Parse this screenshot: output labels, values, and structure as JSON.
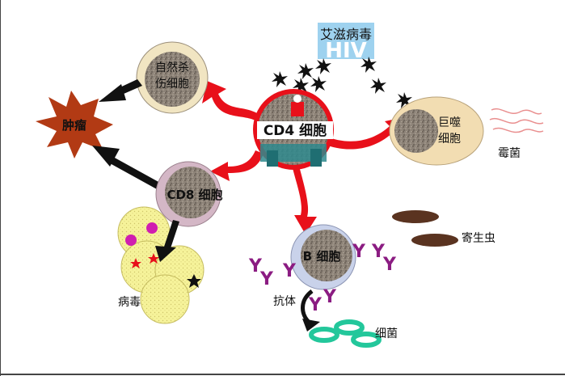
{
  "diagram": {
    "hiv_title": "艾滋病毒",
    "hiv_badge": "HIV",
    "cd4_label": "CD4 细胞",
    "nk_label_line1": "自然杀",
    "nk_label_line2": "伤细胞",
    "tumor_label": "肿瘤",
    "cd8_label": "CD8 细胞",
    "virus_label": "病毒",
    "macrophage_line1": "巨噬",
    "macrophage_line2": "细胞",
    "mold_label": "霉菌",
    "parasite_label": "寄生虫",
    "bcell_label": "B 细胞",
    "antibody_label": "抗体",
    "bacteria_label": "细菌",
    "antibody_glyph": "Y"
  },
  "colors": {
    "arrow_red": "#e8101a",
    "cell_fill": "#8a8074",
    "nk_ring": "#f1e5c2",
    "cd8_ring": "#d4b7c6",
    "macro_ring": "#f2ddb2",
    "bcell_ring": "#c9d2ea",
    "tumor": "#b23a14",
    "antibody": "#8b1c82",
    "bacteria": "#23c79b",
    "parasite": "#5a3320",
    "virus_cell": "#f5f28e",
    "hiv_badge": "#9ed2ef"
  }
}
